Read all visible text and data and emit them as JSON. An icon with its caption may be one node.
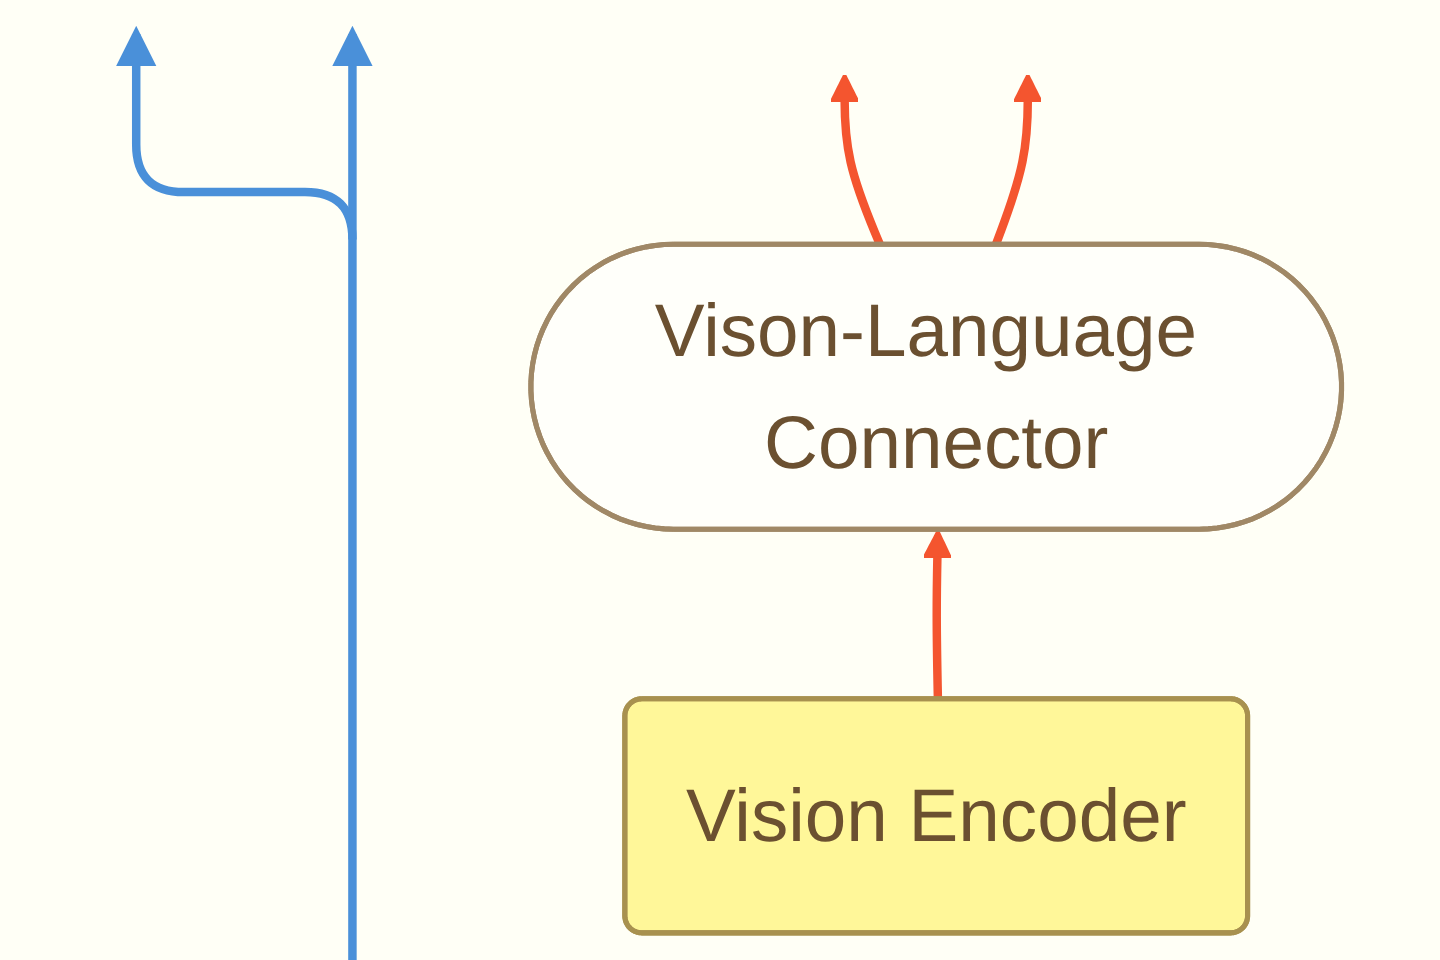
{
  "diagram": {
    "nodes": [
      {
        "text": [
          "Vison-Language Connector"
        ]
      },
      {
        "text": [
          "Vision Encoder"
        ]
      }
    ],
    "edges": [
      {
        "from": 1,
        "to": 0,
        "arrow": "to"
      },
      {
        "from": 0,
        "to": null,
        "arrow": "to"
      },
      {
        "from": 0,
        "to": null,
        "arrow": "to"
      }
    ]
  }
}
